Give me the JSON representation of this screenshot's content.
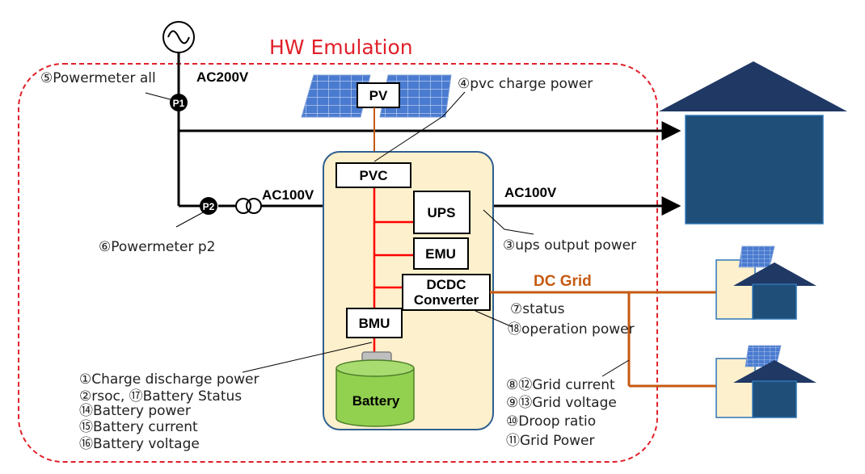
{
  "title": "HW Emulation",
  "colors": {
    "emulation_border": "#e0202a",
    "title": "#e0202a",
    "house": "#1f4e79",
    "house_roof": "#203864",
    "container_fill": "#fdf0cc",
    "container_border": "#2f5f8f",
    "bus": "#ff0000",
    "dc_grid": "#c55a11",
    "battery": "#92d050",
    "panel": "#4472c4"
  },
  "lines": {
    "ac200": "AC200V",
    "ac100_left": "AC100V",
    "ac100_right": "AC100V",
    "dc_grid": "DC Grid"
  },
  "nodes": {
    "pv": "PV",
    "pvc": "PVC",
    "ups": "UPS",
    "emu": "EMU",
    "dcdc_line1": "DCDC",
    "dcdc_line2": "Converter",
    "bmu": "BMU",
    "battery": "Battery",
    "p1": "P1",
    "p2": "P2"
  },
  "labels": {
    "powermeter_all": "⑤Powermeter all",
    "powermeter_p2": "⑥Powermeter p2",
    "pvc_charge": "④pvc charge power",
    "ups_output": "③ups output power",
    "status": "⑦status",
    "operation_power": "⑱operation power",
    "battery_lines": [
      "①Charge discharge power",
      "②rsoc,  ⑰Battery Status",
      "⑭Battery power",
      "⑮Battery current",
      "⑯Battery voltage"
    ],
    "grid_lines": [
      "⑧⑫Grid current",
      "⑨⑬Grid voltage",
      "⑩Droop ratio",
      "⑪Grid Power"
    ]
  }
}
